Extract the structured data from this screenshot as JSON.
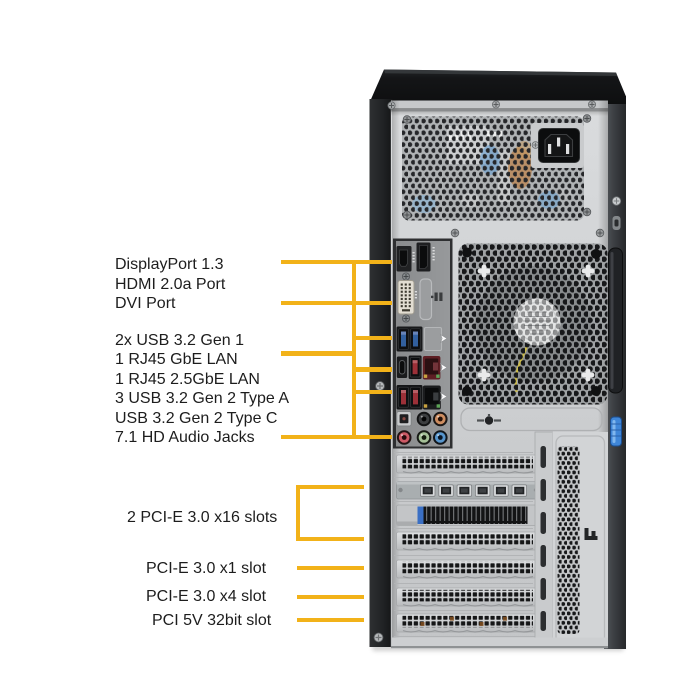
{
  "colors": {
    "callout_line": "#F2B219",
    "label_text": "#1d1d1d",
    "background": "#ffffff",
    "chassis_black": "#17181a",
    "panel_silver": "#cfd1d3",
    "usb3_blue": "#32609f",
    "usb_red": "#9c3038",
    "release_clip_blue": "#3f86d8"
  },
  "io_callouts": [
    {
      "label": "DisplayPort 1.3"
    },
    {
      "label": "HDMI 2.0a Port"
    },
    {
      "label": "DVI Port"
    },
    {
      "label": "2x USB 3.2 Gen 1"
    },
    {
      "label": "1 RJ45 GbE LAN"
    },
    {
      "label": "1 RJ45 2.5GbE LAN"
    },
    {
      "label": "3 USB 3.2 Gen 2 Type A"
    },
    {
      "label": "USB 3.2 Gen 2 Type C"
    },
    {
      "label": "7.1 HD Audio Jacks"
    }
  ],
  "slot_callouts": [
    {
      "label": "2 PCI-E 3.0 x16 slots"
    },
    {
      "label": "PCI-E 3.0 x1 slot"
    },
    {
      "label": "PCI-E 3.0 x4 slot"
    },
    {
      "label": "PCI 5V 32bit slot"
    }
  ]
}
